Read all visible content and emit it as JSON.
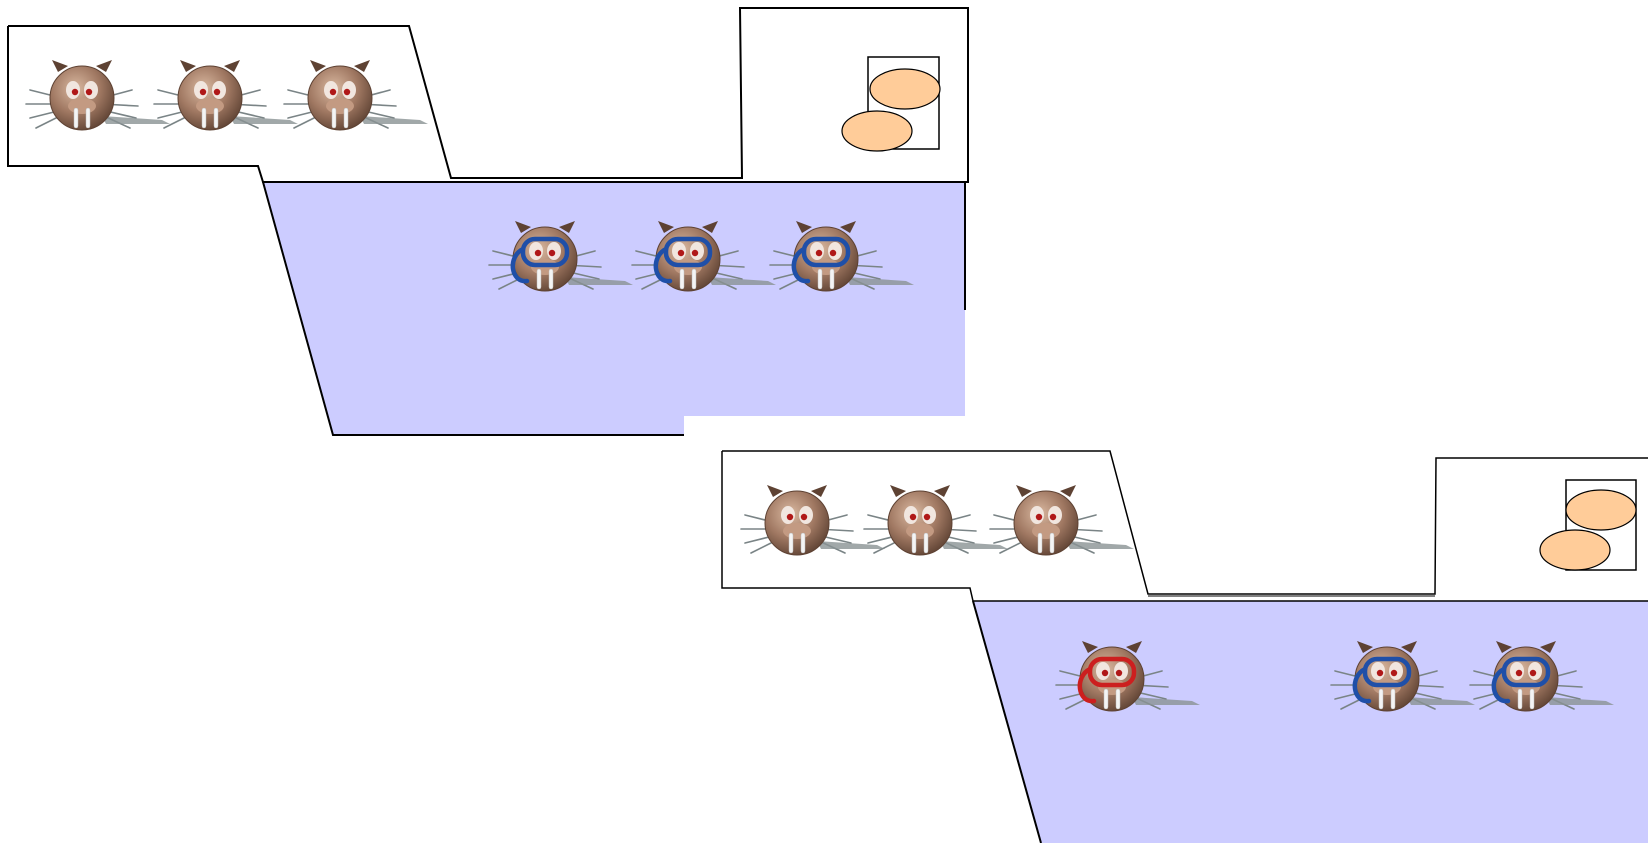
{
  "colors": {
    "water": "#ccccff",
    "walrus_body": "#a07862",
    "walrus_dark": "#5e4233",
    "eye": "#b01818",
    "tusk": "#f4f4f4",
    "whisker": "#7a8486",
    "snorkel_blue": "#1f4fa8",
    "snorkel_red": "#cc1f1f",
    "egg": "#ffcc99",
    "outline": "#000000"
  },
  "icons": {
    "walrus": "walrus-icon",
    "walrus_snorkel": "walrus-snorkel-icon",
    "egg": "egg-icon"
  },
  "scenes": [
    {
      "name": "scene-before",
      "shore_walruses": [
        "plain",
        "plain",
        "plain"
      ],
      "water_walruses": [
        "blue",
        "blue",
        "blue"
      ],
      "egg_count": 2
    },
    {
      "name": "scene-after",
      "shore_walruses": [
        "plain",
        "plain",
        "plain"
      ],
      "water_walruses": [
        "red",
        "blue",
        "blue"
      ],
      "egg_count": 2
    }
  ]
}
